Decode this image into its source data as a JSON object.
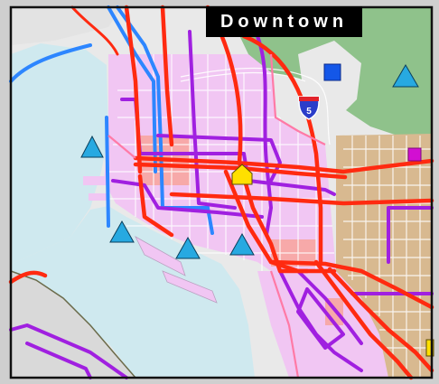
{
  "title": "Downtown",
  "shield_number": "5",
  "colors": {
    "water": "#cfe9ef",
    "land": "#e9e9e9",
    "landuse_pink": "#f1c6f3",
    "park_green": "#8fc28b",
    "residential_tan": "#d8b990",
    "route_red": "#ff2a10",
    "route_purple": "#a020e0",
    "route_blue": "#2d86ff",
    "marker_cyan": "#27a9e1",
    "marker_yellow": "#ffe000",
    "marker_blue": "#1457e8",
    "marker_magenta": "#d20fd2"
  },
  "markers": [
    {
      "type": "triangle",
      "color": "cyan",
      "name": "tri-west"
    },
    {
      "type": "triangle",
      "color": "cyan",
      "name": "tri-northeast"
    },
    {
      "type": "triangle",
      "color": "cyan",
      "name": "tri-south-1"
    },
    {
      "type": "triangle",
      "color": "cyan",
      "name": "tri-south-2"
    },
    {
      "type": "triangle",
      "color": "cyan",
      "name": "tri-south-3"
    },
    {
      "type": "house",
      "color": "yellow",
      "name": "house-center"
    },
    {
      "type": "square",
      "color": "blue",
      "name": "square-north"
    },
    {
      "type": "square",
      "color": "magenta",
      "name": "square-east"
    }
  ]
}
